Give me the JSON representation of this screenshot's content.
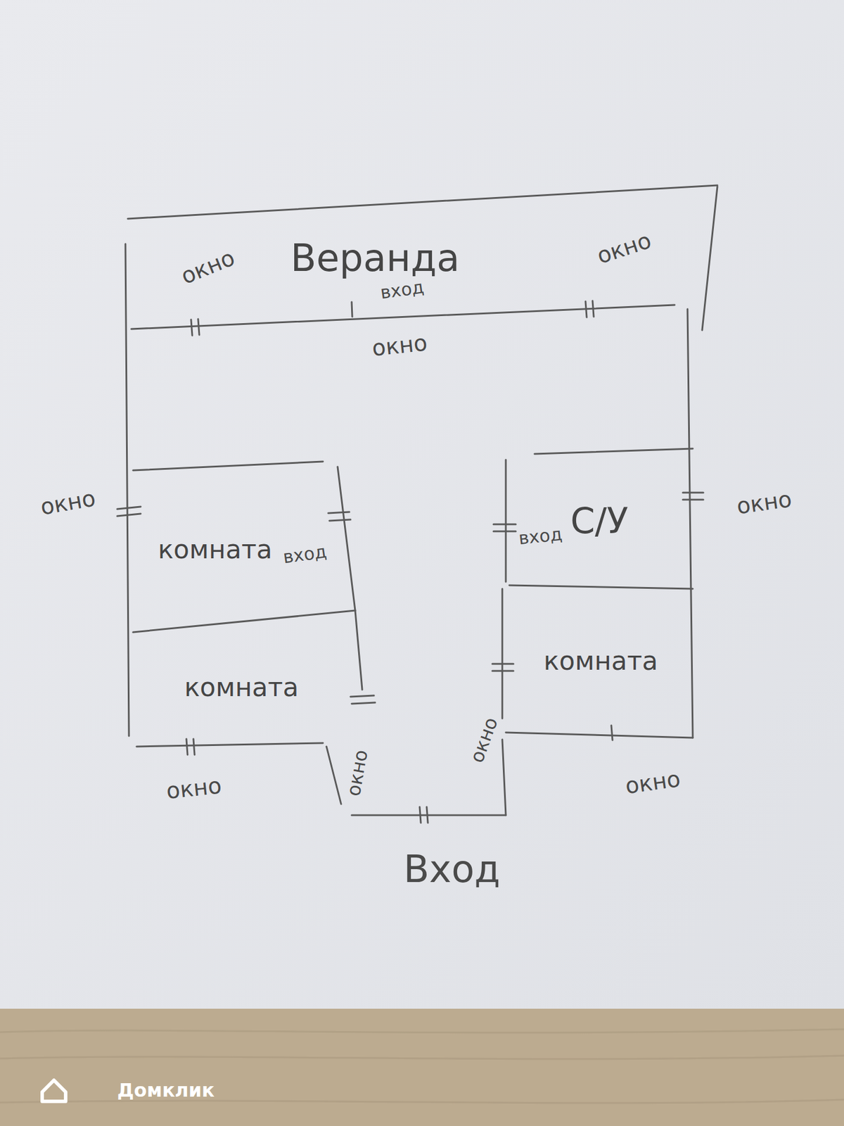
{
  "diagram": {
    "nodes": [
      {
        "text": [
          "Веранда"
        ]
      },
      {
        "text": [
          "комната"
        ]
      },
      {
        "text": [
          "С/У"
        ]
      },
      {
        "text": [
          "комната"
        ]
      },
      {
        "text": [
          "комната"
        ]
      }
    ],
    "labels": [
      "окно",
      "вход",
      "окно",
      "окно",
      "окно",
      "вход",
      "вход",
      "окно",
      "окно",
      "окно",
      "окно",
      "окно",
      "Вход",
      "Домклик"
    ]
  }
}
